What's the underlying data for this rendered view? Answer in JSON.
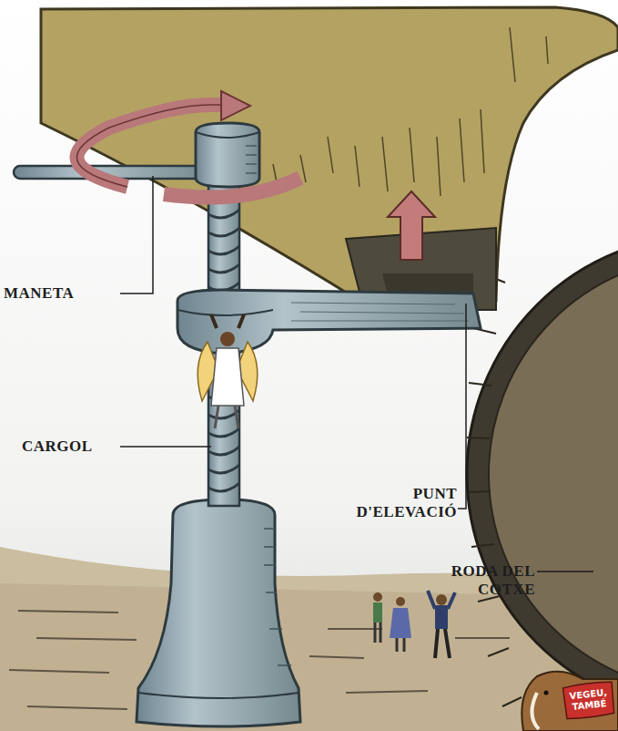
{
  "diagram": {
    "nodes": [
      {
        "text": [
          "VEGEU, TAMBÉ"
        ]
      }
    ],
    "labels": [
      "MANETA",
      "CARGOL",
      "PUNT D'ELEVACIÓ",
      "RODA DEL COTXE"
    ]
  }
}
